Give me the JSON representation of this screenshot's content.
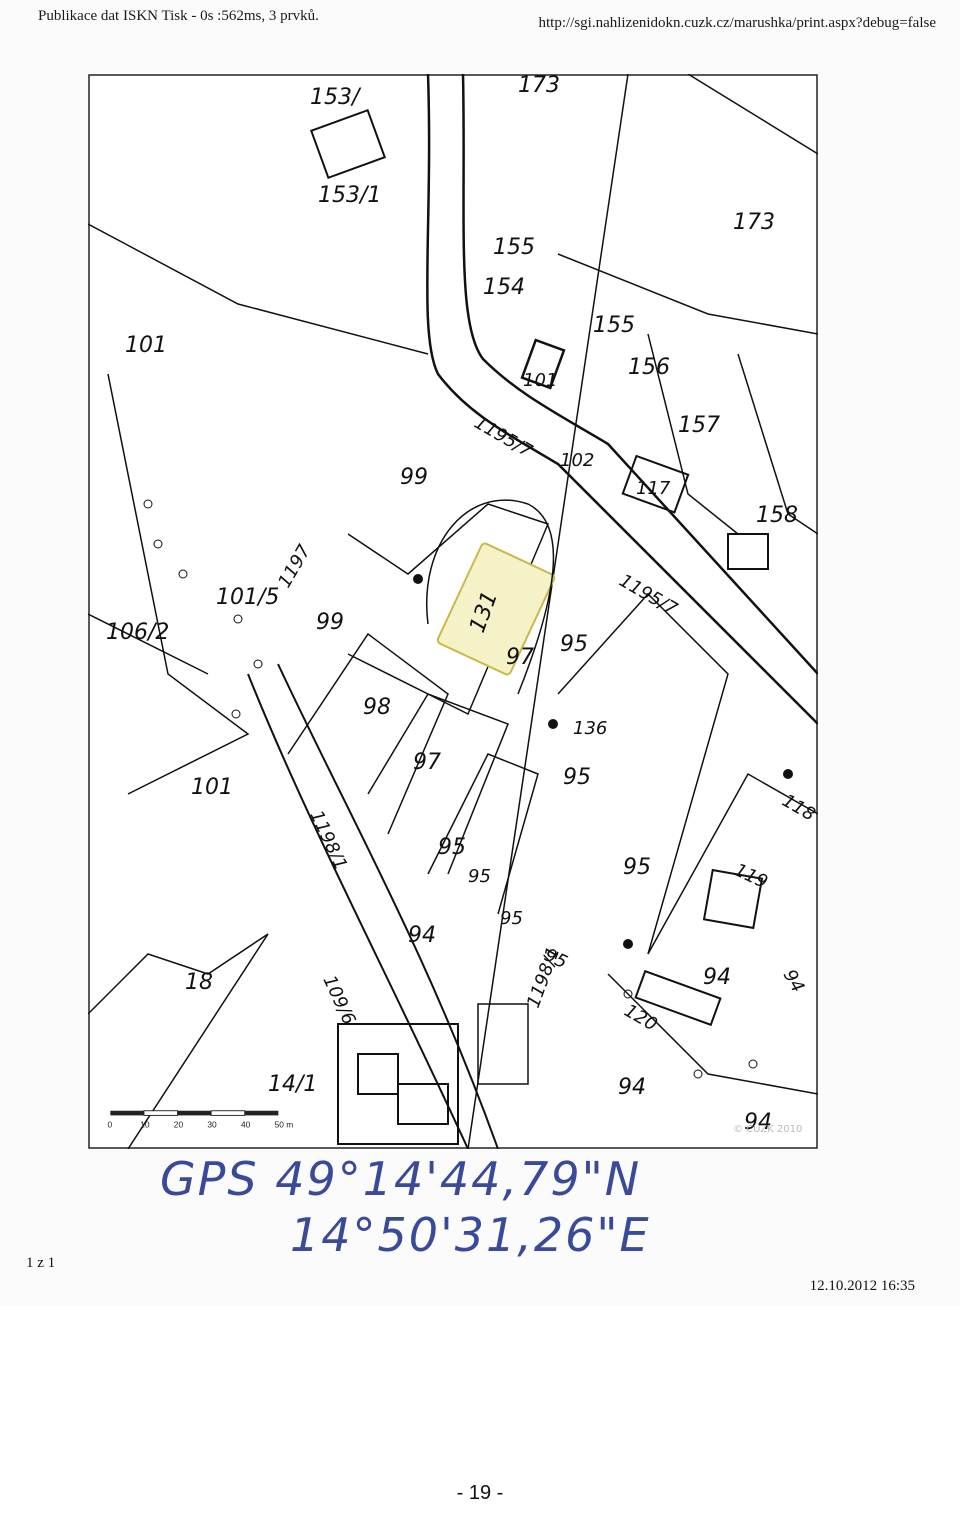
{
  "header": {
    "title": "Publikace dat ISKN Tisk - 0s :562ms, 3 prvků.",
    "url": "http://sgi.nahlizenidokn.cuzk.cz/marushka/print.aspx?debug=false"
  },
  "map": {
    "parcel_labels": [
      {
        "id": "p153-1",
        "text": "153/1"
      },
      {
        "id": "p153-top",
        "text": "153/"
      },
      {
        "id": "p173-top",
        "text": "173"
      },
      {
        "id": "p173-1",
        "text": "173"
      },
      {
        "id": "p101-1",
        "text": "101"
      },
      {
        "id": "p155",
        "text": "155"
      },
      {
        "id": "p154",
        "text": "154"
      },
      {
        "id": "p155b",
        "text": "155"
      },
      {
        "id": "p156",
        "text": "156"
      },
      {
        "id": "p157",
        "text": "157"
      },
      {
        "id": "p158",
        "text": "158"
      },
      {
        "id": "p101b",
        "text": "101"
      },
      {
        "id": "p102",
        "text": "102"
      },
      {
        "id": "p117",
        "text": "117"
      },
      {
        "id": "p1195-7",
        "text": "1195/7"
      },
      {
        "id": "p1195-7b",
        "text": "1195/7"
      },
      {
        "id": "p1197",
        "text": "1197"
      },
      {
        "id": "p101-5",
        "text": "101/5"
      },
      {
        "id": "p106-2",
        "text": "106/2"
      },
      {
        "id": "p99a",
        "text": "99"
      },
      {
        "id": "p99b",
        "text": "99"
      },
      {
        "id": "p131",
        "text": "131"
      },
      {
        "id": "p97-2",
        "text": "97"
      },
      {
        "id": "p95-3a",
        "text": "95"
      },
      {
        "id": "p98",
        "text": "98"
      },
      {
        "id": "p97-1",
        "text": "97"
      },
      {
        "id": "p136",
        "text": "136"
      },
      {
        "id": "p95-1",
        "text": "95"
      },
      {
        "id": "p101-4",
        "text": "101"
      },
      {
        "id": "p1198-1",
        "text": "1198/1"
      },
      {
        "id": "p118",
        "text": "118"
      },
      {
        "id": "p95-3b",
        "text": "95"
      },
      {
        "id": "p95-2",
        "text": "95"
      },
      {
        "id": "p119",
        "text": "119"
      },
      {
        "id": "p95-1b",
        "text": "95"
      },
      {
        "id": "p94-2",
        "text": "94"
      },
      {
        "id": "p95-5",
        "text": "95"
      },
      {
        "id": "p95-4",
        "text": "95"
      },
      {
        "id": "p94-6",
        "text": "94"
      },
      {
        "id": "p94-7",
        "text": "94"
      },
      {
        "id": "p18-2",
        "text": "18"
      },
      {
        "id": "p109-6",
        "text": "109/6"
      },
      {
        "id": "p120",
        "text": "120"
      },
      {
        "id": "p94-1",
        "text": "94"
      },
      {
        "id": "p14-1",
        "text": "14/1"
      },
      {
        "id": "p94b",
        "text": "94"
      },
      {
        "id": "p1198b",
        "text": "1198/1"
      }
    ],
    "scale_ticks": [
      "0",
      "10",
      "20",
      "30",
      "40",
      "50 m"
    ],
    "copyright": "© ČÚZK 2010"
  },
  "handwriting": {
    "gps_line1": "GPS 49°14'44,79\"N",
    "gps_line2": "14°50'31,26\"E"
  },
  "footer": {
    "page_count": "1 z 1",
    "datetime": "12.10.2012 16:35",
    "page_number": "- 19 -"
  }
}
